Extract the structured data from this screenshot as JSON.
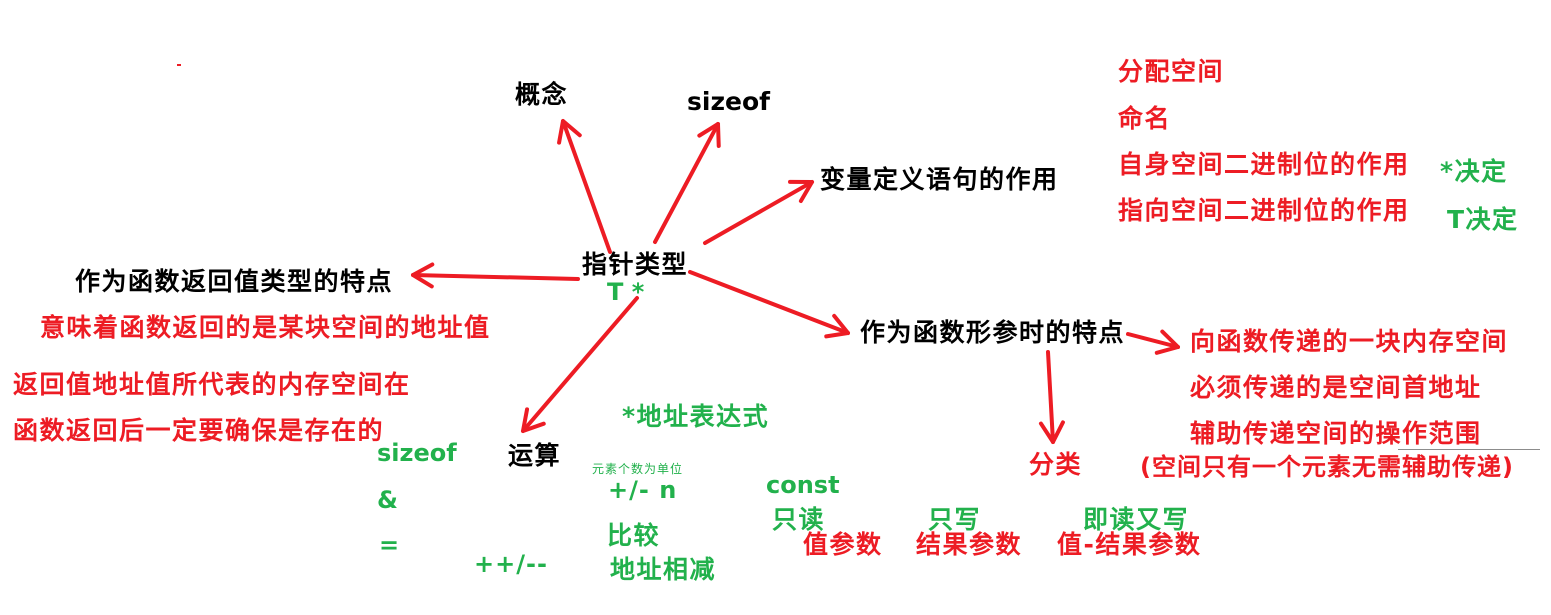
{
  "colors": {
    "black": "#000000",
    "red": "#ed1c24",
    "green": "#22b14c"
  },
  "center": {
    "title": "指针类型",
    "subtitle": "T *"
  },
  "branches": {
    "concept": "概念",
    "sizeof": "sizeof",
    "var_def": {
      "title": "变量定义语句的作用",
      "items": [
        "分配空间",
        "命名",
        "自身空间二进制位的作用",
        "指向空间二进制位的作用"
      ],
      "notes": [
        "*决定",
        "T决定"
      ]
    },
    "return_type": {
      "title": "作为函数返回值类型的特点",
      "items": [
        "意味着函数返回的是某块空间的地址值",
        "返回值地址值所代表的内存空间在",
        "函数返回后一定要确保是存在的"
      ]
    },
    "param": {
      "title": "作为函数形参时的特点",
      "items": [
        "向函数传递的一块内存空间",
        "必须传递的是空间首地址",
        "辅助传递空间的操作范围",
        "(空间只有一个元素无需辅助传递)"
      ],
      "classify": {
        "title": "分类",
        "qualifier": "const",
        "kinds": [
          {
            "access": "只读",
            "name": "值参数"
          },
          {
            "access": "只写",
            "name": "结果参数"
          },
          {
            "access": "即读又写",
            "name": "值-结果参数"
          }
        ]
      }
    },
    "ops": {
      "title": "运算",
      "deref": "*地址表达式",
      "basic": [
        "sizeof",
        "&",
        "="
      ],
      "inc_dec": "++/--",
      "unit_note": "元素个数为单位",
      "plus_minus": "+/- n",
      "compare": "比较",
      "subtract": "地址相减"
    }
  }
}
